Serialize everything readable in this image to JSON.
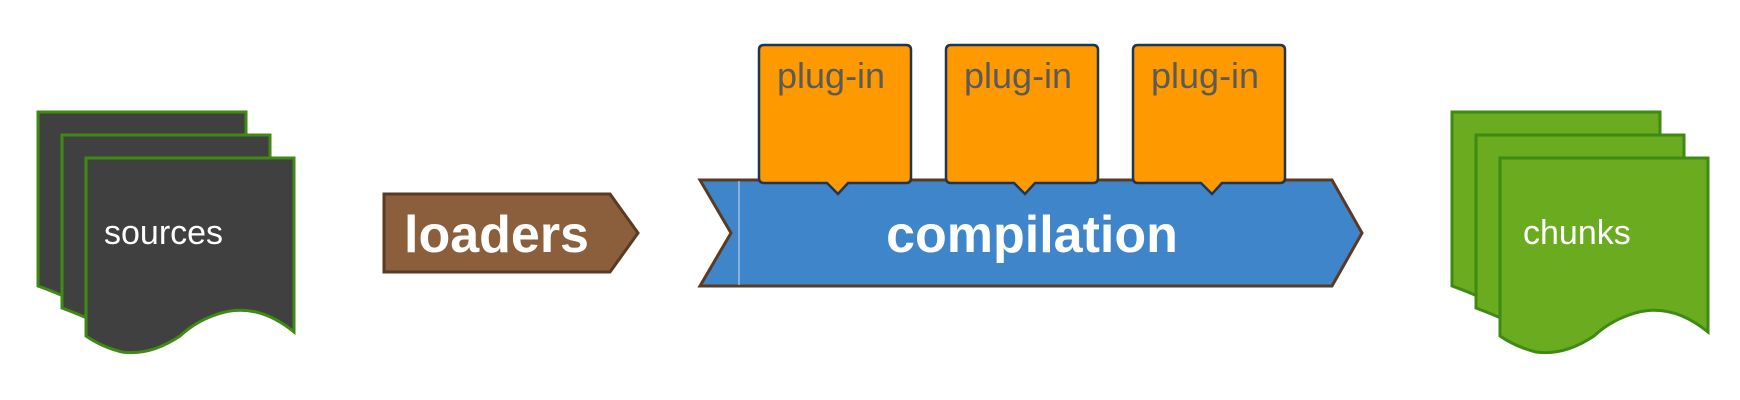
{
  "labels": {
    "sources": "sources",
    "loaders": "loaders",
    "compilation": "compilation",
    "plugins": [
      "plug-in",
      "plug-in",
      "plug-in"
    ],
    "chunks": "chunks"
  },
  "colors": {
    "sources_fill": "#404040",
    "sources_stroke": "#3f8a12",
    "loaders_fill": "#8b5e3c",
    "loaders_stroke": "#5a3a22",
    "compilation_fill": "#3f85c9",
    "compilation_stroke": "#5a3a22",
    "plugin_fill": "#ff9900",
    "plugin_stroke": "#1f3550",
    "chunks_fill": "#6aab20",
    "chunks_stroke": "#3f8a12"
  }
}
